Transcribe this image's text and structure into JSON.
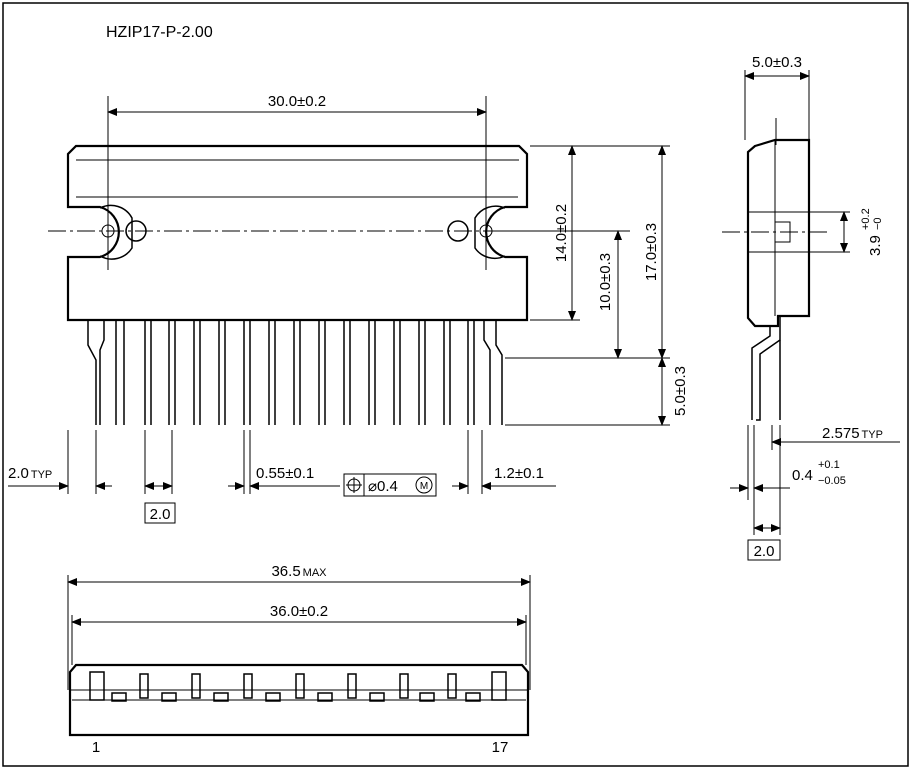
{
  "title": "HZIP17-P-2.00",
  "dims": {
    "width_30": "30.0±0.2",
    "height_14": "14.0±0.2",
    "height_17": "17.0±0.3",
    "height_10": "10.0±0.3",
    "lead_5": "5.0±0.3",
    "side_5": "5.0±0.3",
    "hole_39": "3.9",
    "hole_39_tol_up": "+0.2",
    "hole_39_tol_dn": "−0",
    "pitch_left": "2.0",
    "pitch_left_suffix": "TYP",
    "lead_055": "0.55±0.1",
    "lead_12": "1.2±0.1",
    "box_20_front": "2.0",
    "gd_tol": "⌀0.4",
    "gd_mod": "M",
    "side_2575": "2.575",
    "side_2575_suffix": "TYP",
    "side_04": "0.4",
    "side_04_up": "+0.1",
    "side_04_dn": "−0.05",
    "box_20_side": "2.0",
    "bottom_365": "36.5",
    "bottom_365_suffix": "MAX",
    "bottom_360": "36.0±0.2",
    "pin_first": "1",
    "pin_last": "17"
  }
}
